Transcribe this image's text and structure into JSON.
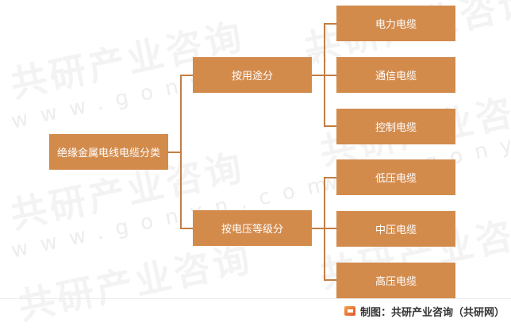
{
  "watermark": {
    "brand_text": "共研产业咨询",
    "url_text": "www.gonyn.com"
  },
  "diagram": {
    "root": {
      "label": "绝缘金属电线电缆分类"
    },
    "branches": [
      {
        "label": "按用途分",
        "children": [
          {
            "label": "电力电缆"
          },
          {
            "label": "通信电缆"
          },
          {
            "label": "控制电缆"
          }
        ]
      },
      {
        "label": "按电压等级分",
        "children": [
          {
            "label": "低压电缆"
          },
          {
            "label": "中压电缆"
          },
          {
            "label": "高压电缆"
          }
        ]
      }
    ]
  },
  "colors": {
    "box_fill": "#d38b4c",
    "connector": "#c27e45",
    "box_text": "#ffffff"
  },
  "footer": {
    "logo_icon": "gonyn-logo-icon",
    "source": "制图：共研产业咨询（共研网）"
  }
}
